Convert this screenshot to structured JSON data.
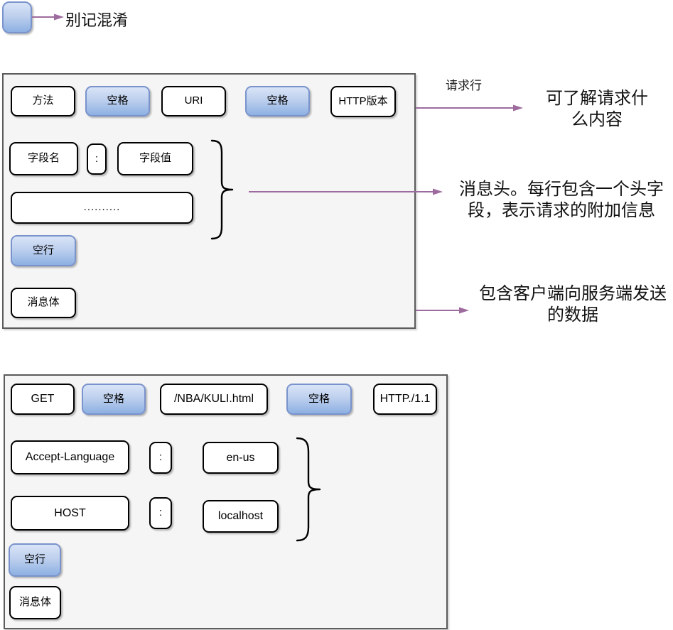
{
  "colors": {
    "arrow": "#9e6b9e",
    "blue_top": "#d9e4f7",
    "blue_bottom": "#8db0e2",
    "blue_border": "#7a93cc",
    "box_border": "#000000",
    "outer_border": "#5b5b5b",
    "outer_fill": "#f5f5f5"
  },
  "note": {
    "label": "别记混淆"
  },
  "request_structure": {
    "method": "方法",
    "space1": "空格",
    "uri": "URI",
    "space2": "空格",
    "http_version": "HTTP版本",
    "field_name": "字段名",
    "colon1": ":",
    "field_value": "字段值",
    "dots": "..........",
    "blank_line": "空行",
    "message_body": "消息体"
  },
  "annotations": {
    "request_line_label": "请求行",
    "request_line_desc": [
      "可了解请求什",
      "么内容"
    ],
    "headers_desc": [
      "消息头。每行包含一个头字",
      "段，表示请求的附加信息"
    ],
    "body_desc": [
      "包含客户端向服务端发送",
      "的数据"
    ]
  },
  "request_example": {
    "method": "GET",
    "space1": "空格",
    "uri": "/NBA/KULI.html",
    "space2": "空格",
    "http_version": "HTTP./1.1",
    "header1_name": "Accept-Language",
    "colon1": ":",
    "header1_value": "en-us",
    "header2_name": "HOST",
    "colon2": ":",
    "header2_value": "localhost",
    "blank_line": "空行",
    "message_body": "消息体"
  }
}
